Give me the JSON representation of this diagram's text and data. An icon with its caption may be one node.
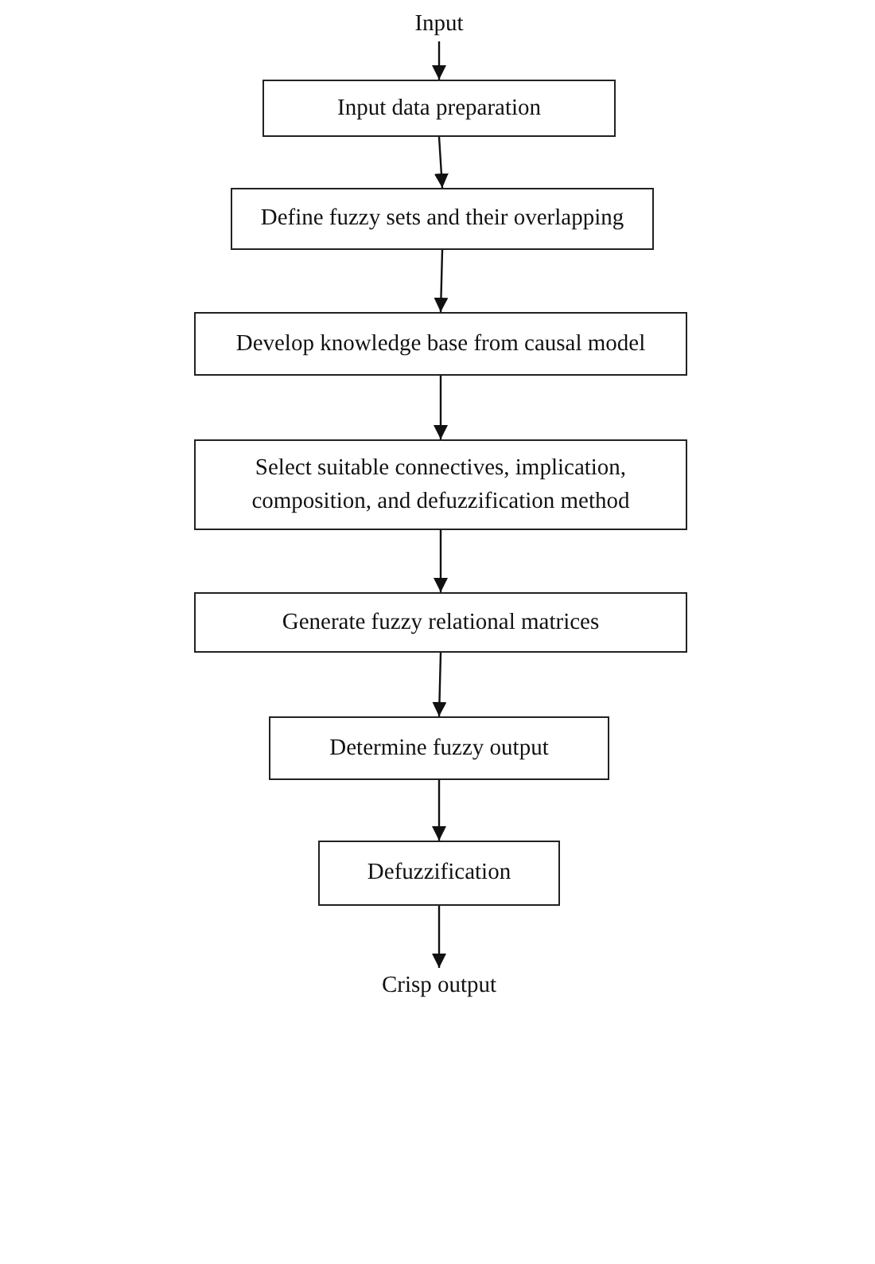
{
  "diagram": {
    "nodes": [
      {
        "text": [
          "Input"
        ]
      },
      {
        "text": [
          "Input data preparation"
        ]
      },
      {
        "text": [
          "Define fuzzy sets and their overlapping"
        ]
      },
      {
        "text": [
          "Develop knowledge base from causal model"
        ]
      },
      {
        "text": [
          "Select suitable connectives, implication, composition, and defuzzification method"
        ]
      },
      {
        "text": [
          "Generate fuzzy relational matrices"
        ]
      },
      {
        "text": [
          "Determine fuzzy output"
        ]
      },
      {
        "text": [
          "Defuzzification"
        ]
      },
      {
        "text": [
          "Crisp output"
        ]
      }
    ],
    "edges": [
      {
        "from": 0,
        "to": 1,
        "arrow": "to"
      },
      {
        "from": 1,
        "to": 2,
        "arrow": "to"
      },
      {
        "from": 2,
        "to": 3,
        "arrow": "to"
      },
      {
        "from": 3,
        "to": 4,
        "arrow": "to"
      },
      {
        "from": 4,
        "to": 5,
        "arrow": "to"
      },
      {
        "from": 5,
        "to": 6,
        "arrow": "to"
      },
      {
        "from": 6,
        "to": 7,
        "arrow": "to"
      },
      {
        "from": 7,
        "to": 8,
        "arrow": "to"
      }
    ]
  }
}
